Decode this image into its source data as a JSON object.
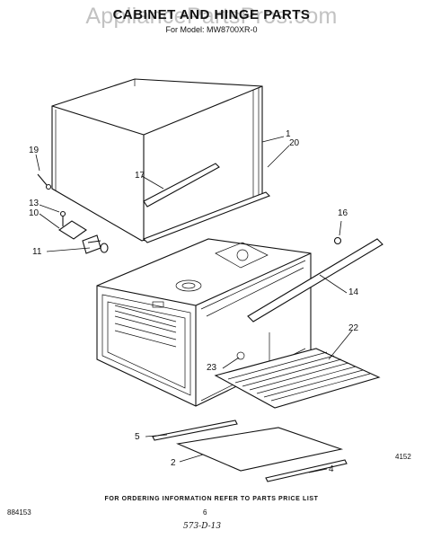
{
  "header": {
    "title": "CABINET AND HINGE PARTS",
    "watermark": "AppliancePartsPros.com",
    "subtitle": "For Model: MW8700XR-0"
  },
  "callouts": [
    "19",
    "17",
    "1",
    "20",
    "13",
    "10",
    "11",
    "16",
    "14",
    "22",
    "23",
    "5",
    "2",
    "4"
  ],
  "footer": {
    "note": "FOR ORDERING INFORMATION REFER TO PARTS PRICE LIST",
    "doc_code": "884153",
    "page_number": "6",
    "handwritten": "573-D-13",
    "figure_id": "4152"
  }
}
